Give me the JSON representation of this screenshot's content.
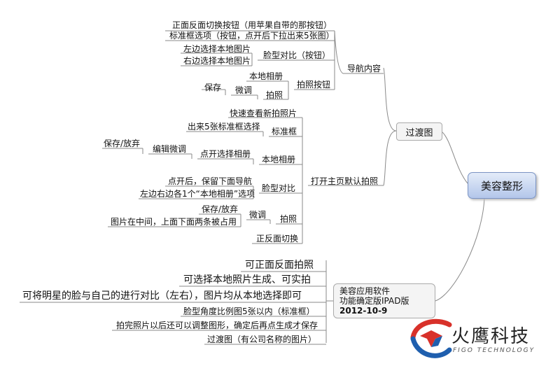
{
  "center": "美容整形",
  "transition": "过渡图",
  "version": {
    "line1": "美容应用软件",
    "line2": "功能确定版IPAD版",
    "line3": "2012-10-9"
  },
  "nav": {
    "title": "导航内容",
    "flip_button": "正面反面切换按钮（用苹果自带的那按钮）",
    "frame_option": "标准框选项（按钮，点开后下拉出来5张图）",
    "face_compare": "脸型对比（按钮）",
    "left_local": "左边选择本地图片",
    "right_local": "右边选择本地图片",
    "photo_button": "拍照按钮",
    "local_album": "本地相册",
    "take_photo": "拍照",
    "fine_tune": "微调",
    "save": "保存"
  },
  "home": {
    "title": "打开主页默认拍照",
    "quick_view": "快速查看新拍照片",
    "frame": "标准框",
    "frame_desc": "出来5张标准框选择",
    "local_album": "本地相册",
    "pick_album": "点开选择相册",
    "edit_tune": "编辑微调",
    "save_discard": "保存/放弃",
    "face_compare": "脸型对比",
    "keep_nav": "点开后，保留下面导航",
    "two_album": "左边右边各1个“本地相册”选项",
    "take_photo": "拍照",
    "fine_tune": "微调",
    "save_discard2": "保存/放弃",
    "photo_center": "图片在中间，上面下面两条被占用",
    "flip": "正反面切换"
  },
  "features": {
    "f1": "可正面反面拍照",
    "f2": "可选择本地照片生成、可实拍",
    "f3": "可将明星的脸与自己的进行对比（左右），图片均从本地选择即可",
    "f4": "脸型角度比例图5张以内（标准框）",
    "f5": "拍完照片以后还可以调整图形，确定后再点生成才保存",
    "f6": "过渡图（有公司名称的图片）"
  },
  "logo": {
    "name": "火鹰科技",
    "english": "FIGO TECHNOLOGY"
  },
  "colors": {
    "line": "#8a8a8a",
    "center_fill": "#c7d6f2",
    "logo_red": "#d8312a",
    "logo_blue": "#1f5fae"
  }
}
